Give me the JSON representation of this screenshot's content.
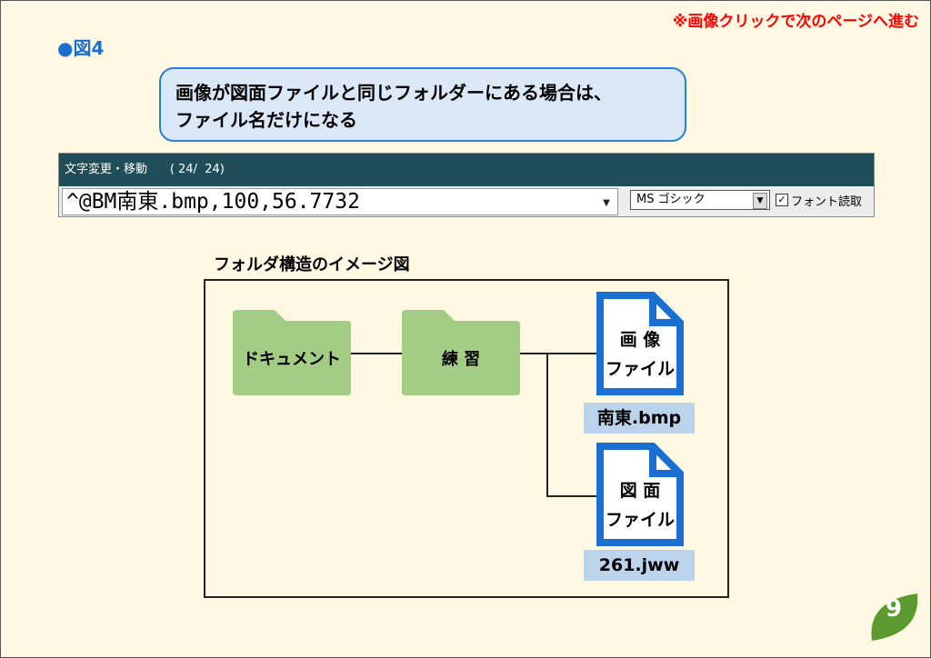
{
  "header": {
    "nav_hint": "※画像クリックで次のページへ進む",
    "figure_label": "●図4"
  },
  "callout": {
    "line1": "画像が図面ファイルと同じフォルダーにある場合は、",
    "line2": "ファイル名だけになる"
  },
  "toolbar": {
    "title": "文字変更・移動",
    "counter": "( 24/  24)",
    "text_value": "^@BM南東.bmp,100,56.7732",
    "font_select": "MS ゴシック",
    "font_read_checked": true,
    "font_read_label": "フォント読取"
  },
  "diagram": {
    "title": "フォルダ構造のイメージ図",
    "folder_documents": "ドキュメント",
    "folder_practice": "練 習",
    "image_file_line1": "画 像",
    "image_file_line2": "ファイル",
    "image_file_name": "南東.bmp",
    "drawing_file_line1": "図 面",
    "drawing_file_line2": "ファイル",
    "drawing_file_name": "261.jww"
  },
  "page_number": "9",
  "colors": {
    "background": "#fff8e3",
    "accent_blue": "#1a6fd0",
    "nav_red": "#ff0000",
    "folder_green": "#a3cc84",
    "toolbar_title": "#1f4e59",
    "leaf_green": "#5b9a2e"
  }
}
